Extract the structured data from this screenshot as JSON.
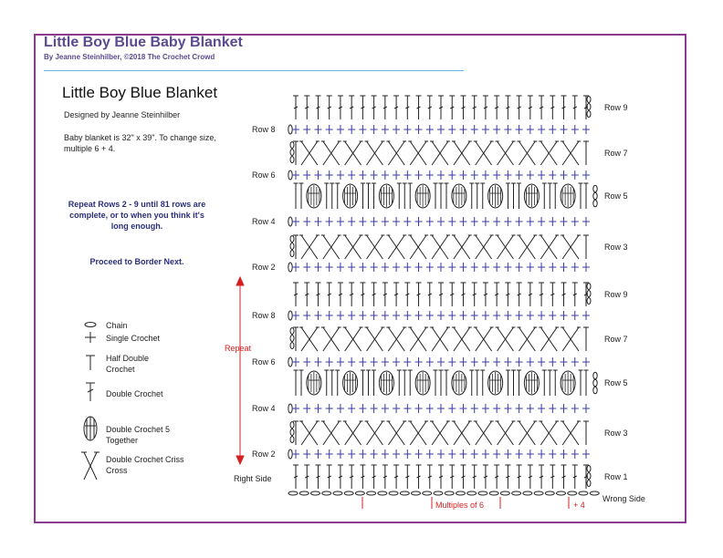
{
  "header": {
    "title": "Little Boy Blue Baby Blanket",
    "byline": "By Jeanne Steinhilber, ©2018 The Crochet Crowd"
  },
  "info": {
    "title": "Little Boy Blue Blanket",
    "designed_by": "Designed by Jeanne Steinhilber",
    "description": "Baby blanket is 32\" x 39\". To change size, multiple 6 + 4.",
    "repeat_note": "Repeat Rows 2 - 9 until 81 rows are complete, or to when you think it's long enough.",
    "proceed": "Proceed to Border Next."
  },
  "legend": [
    {
      "icon": "chain-icon",
      "label": "Chain"
    },
    {
      "icon": "single-crochet-icon",
      "label": "Single Crochet"
    },
    {
      "icon": "half-double-crochet-icon",
      "label": "Half Double Crochet"
    },
    {
      "icon": "double-crochet-icon",
      "label": "Double Crochet"
    },
    {
      "icon": "double-crochet-5-together-icon",
      "label": "Double Crochet 5 Together"
    },
    {
      "icon": "double-crochet-criss-cross-icon",
      "label": "Double Crochet Criss Cross"
    }
  ],
  "diagram": {
    "rows": [
      {
        "label": "Row 9",
        "side": "right",
        "type": "dc"
      },
      {
        "label": "Row 8",
        "side": "left",
        "type": "sc"
      },
      {
        "label": "Row 7",
        "side": "right",
        "type": "cross"
      },
      {
        "label": "Row 6",
        "side": "left",
        "type": "sc"
      },
      {
        "label": "Row 5",
        "side": "right",
        "type": "cluster"
      },
      {
        "label": "Row 4",
        "side": "left",
        "type": "sc"
      },
      {
        "label": "Row 3",
        "side": "right",
        "type": "cross"
      },
      {
        "label": "Row 2",
        "side": "left",
        "type": "sc"
      },
      {
        "label": "Row 9",
        "side": "right",
        "type": "dc"
      },
      {
        "label": "Row 8",
        "side": "left",
        "type": "sc"
      },
      {
        "label": "Row 7",
        "side": "right",
        "type": "cross"
      },
      {
        "label": "Row 6",
        "side": "left",
        "type": "sc"
      },
      {
        "label": "Row 5",
        "side": "right",
        "type": "cluster"
      },
      {
        "label": "Row 4",
        "side": "left",
        "type": "sc"
      },
      {
        "label": "Row 3",
        "side": "right",
        "type": "cross"
      },
      {
        "label": "Row 2",
        "side": "left",
        "type": "sc"
      },
      {
        "label": "Row 1",
        "side": "right",
        "type": "dc"
      }
    ],
    "repeat_label": "Repeat",
    "right_side_label": "Right Side",
    "wrong_side_label": "Wrong Side",
    "multiples_label": "Multiples of 6",
    "plus_label": "+ 4",
    "colors": {
      "frame": "#8a3a8f",
      "title": "#5b4a8e",
      "rule": "#6ab7e0",
      "single_crochet": "#3a3aa8",
      "repeat_arrow": "#d62020",
      "stitch": "#222222"
    }
  }
}
